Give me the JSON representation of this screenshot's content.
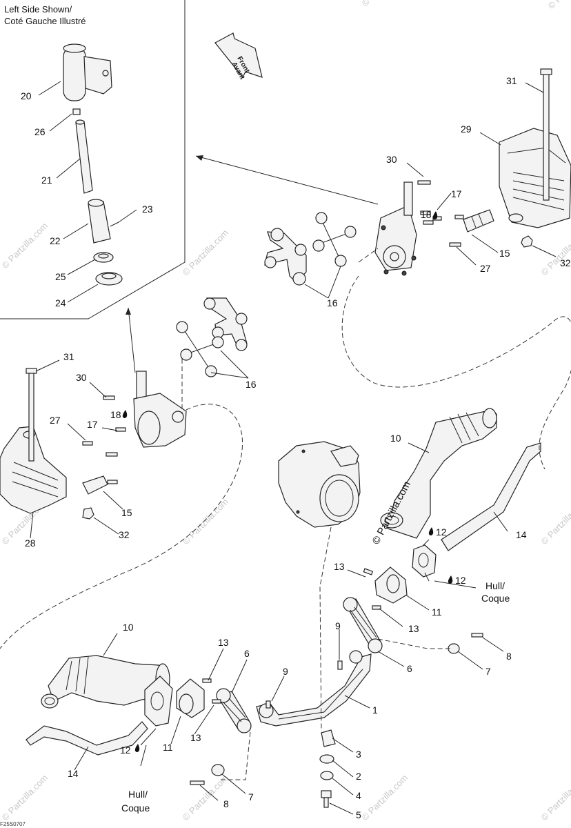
{
  "header": {
    "line1": "Left Side Shown/",
    "line2": "Coté Gauche Illustré"
  },
  "front_arrow": {
    "line1": "Front",
    "line2": "Avant"
  },
  "hull_labels": {
    "line1": "Hull/",
    "line2": "Coque"
  },
  "watermark": "© Partzilla.com",
  "watermark_main": "© Partzilla.com",
  "drawing_code": "F25S0707",
  "callouts": {
    "c1": "1",
    "c2": "2",
    "c3": "3",
    "c4": "4",
    "c5": "5",
    "c6a": "6",
    "c6b": "6",
    "c7a": "7",
    "c7b": "7",
    "c8a": "8",
    "c8b": "8",
    "c9a": "9",
    "c9b": "9",
    "c10a": "10",
    "c10b": "10",
    "c11a": "11",
    "c11b": "11",
    "c12a": "12",
    "c12b": "12",
    "c12c": "12",
    "c13a": "13",
    "c13b": "13",
    "c13c": "13",
    "c13d": "13",
    "c14a": "14",
    "c14b": "14",
    "c15a": "15",
    "c15b": "15",
    "c16a": "16",
    "c16b": "16",
    "c17a": "17",
    "c17b": "17",
    "c18a": "18",
    "c18b": "18",
    "c20": "20",
    "c21": "21",
    "c22": "22",
    "c23": "23",
    "c24": "24",
    "c25": "25",
    "c26": "26",
    "c27a": "27",
    "c27b": "27",
    "c28": "28",
    "c29": "29",
    "c30a": "30",
    "c30b": "30",
    "c31a": "31",
    "c31b": "31",
    "c32a": "32",
    "c32b": "32"
  },
  "colors": {
    "line": "#222222",
    "watermark": "#c8c8c8",
    "background": "#ffffff"
  }
}
